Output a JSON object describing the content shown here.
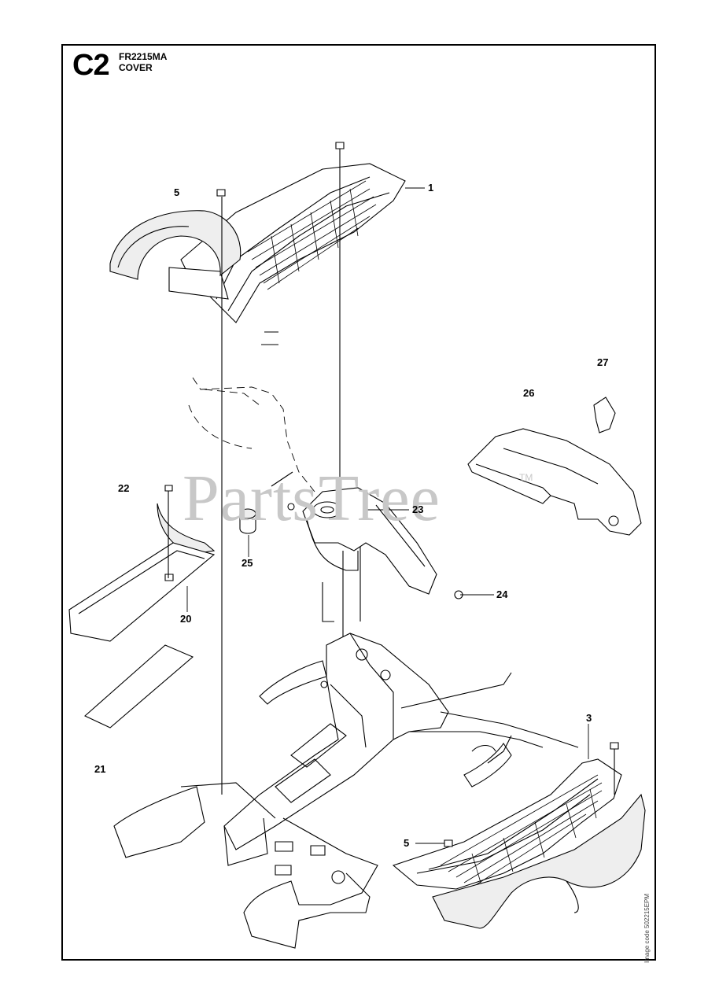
{
  "header": {
    "page_code": "C2",
    "model": "FR2215MA",
    "section_title": "COVER"
  },
  "watermark": {
    "text": "PartsTree",
    "trademark": "TM"
  },
  "image_code": "Image code 502215EPM",
  "callouts": [
    {
      "id": "callout-1",
      "label": "1"
    },
    {
      "id": "callout-5-top",
      "label": "5"
    },
    {
      "id": "callout-27",
      "label": "27"
    },
    {
      "id": "callout-26",
      "label": "26"
    },
    {
      "id": "callout-22",
      "label": "22"
    },
    {
      "id": "callout-23",
      "label": "23"
    },
    {
      "id": "callout-25",
      "label": "25"
    },
    {
      "id": "callout-24",
      "label": "24"
    },
    {
      "id": "callout-20",
      "label": "20"
    },
    {
      "id": "callout-3",
      "label": "3"
    },
    {
      "id": "callout-21",
      "label": "21"
    },
    {
      "id": "callout-5-bottom",
      "label": "5"
    }
  ],
  "colors": {
    "line": "#000000",
    "part_fill": "#ffffff",
    "shade": "#dddddd",
    "watermark": "#c8c8c8"
  }
}
